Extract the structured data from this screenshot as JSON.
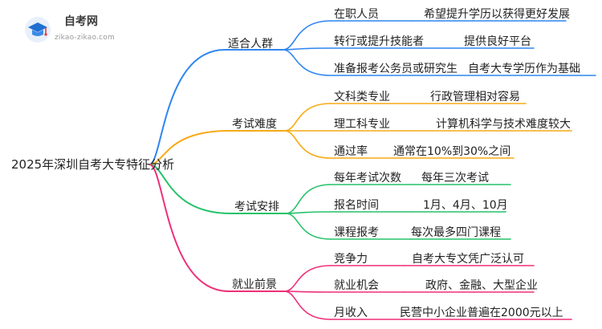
{
  "watermark": {
    "name": "自考网",
    "url": "zikao-zikao.com"
  },
  "root": "2025年深圳自考大专特征分析",
  "branches": [
    {
      "label": "适合人群",
      "color": "#2f86f0",
      "items": [
        {
          "left": "在职人员",
          "right": "希望提升学历以获得更好发展"
        },
        {
          "left": "转行或提升技能者",
          "right": "提供良好平台"
        },
        {
          "left": "准备报考公务员或研究生",
          "right": "自考大专学历作为基础"
        }
      ]
    },
    {
      "label": "考试难度",
      "color": "#f5ab16",
      "items": [
        {
          "left": "文科类专业",
          "right": "行政管理相对容易"
        },
        {
          "left": "理工科专业",
          "right": "计算机科学与技术难度较大"
        },
        {
          "left": "通过率",
          "right": "通常在10%到30%之间"
        }
      ]
    },
    {
      "label": "考试安排",
      "color": "#27c26a",
      "items": [
        {
          "left": "每年考试次数",
          "right": "每年三次考试"
        },
        {
          "left": "报名时间",
          "right": "1月、4月、10月"
        },
        {
          "left": "课程报考",
          "right": "每次最多四门课程"
        }
      ]
    },
    {
      "label": "就业前景",
      "color": "#ef2f78",
      "items": [
        {
          "left": "竞争力",
          "right": "自考大专文凭广泛认可"
        },
        {
          "left": "就业机会",
          "right": "政府、金融、大型企业"
        },
        {
          "left": "月收入",
          "right": "民营中小企业普遍在2000元以上"
        }
      ]
    }
  ]
}
